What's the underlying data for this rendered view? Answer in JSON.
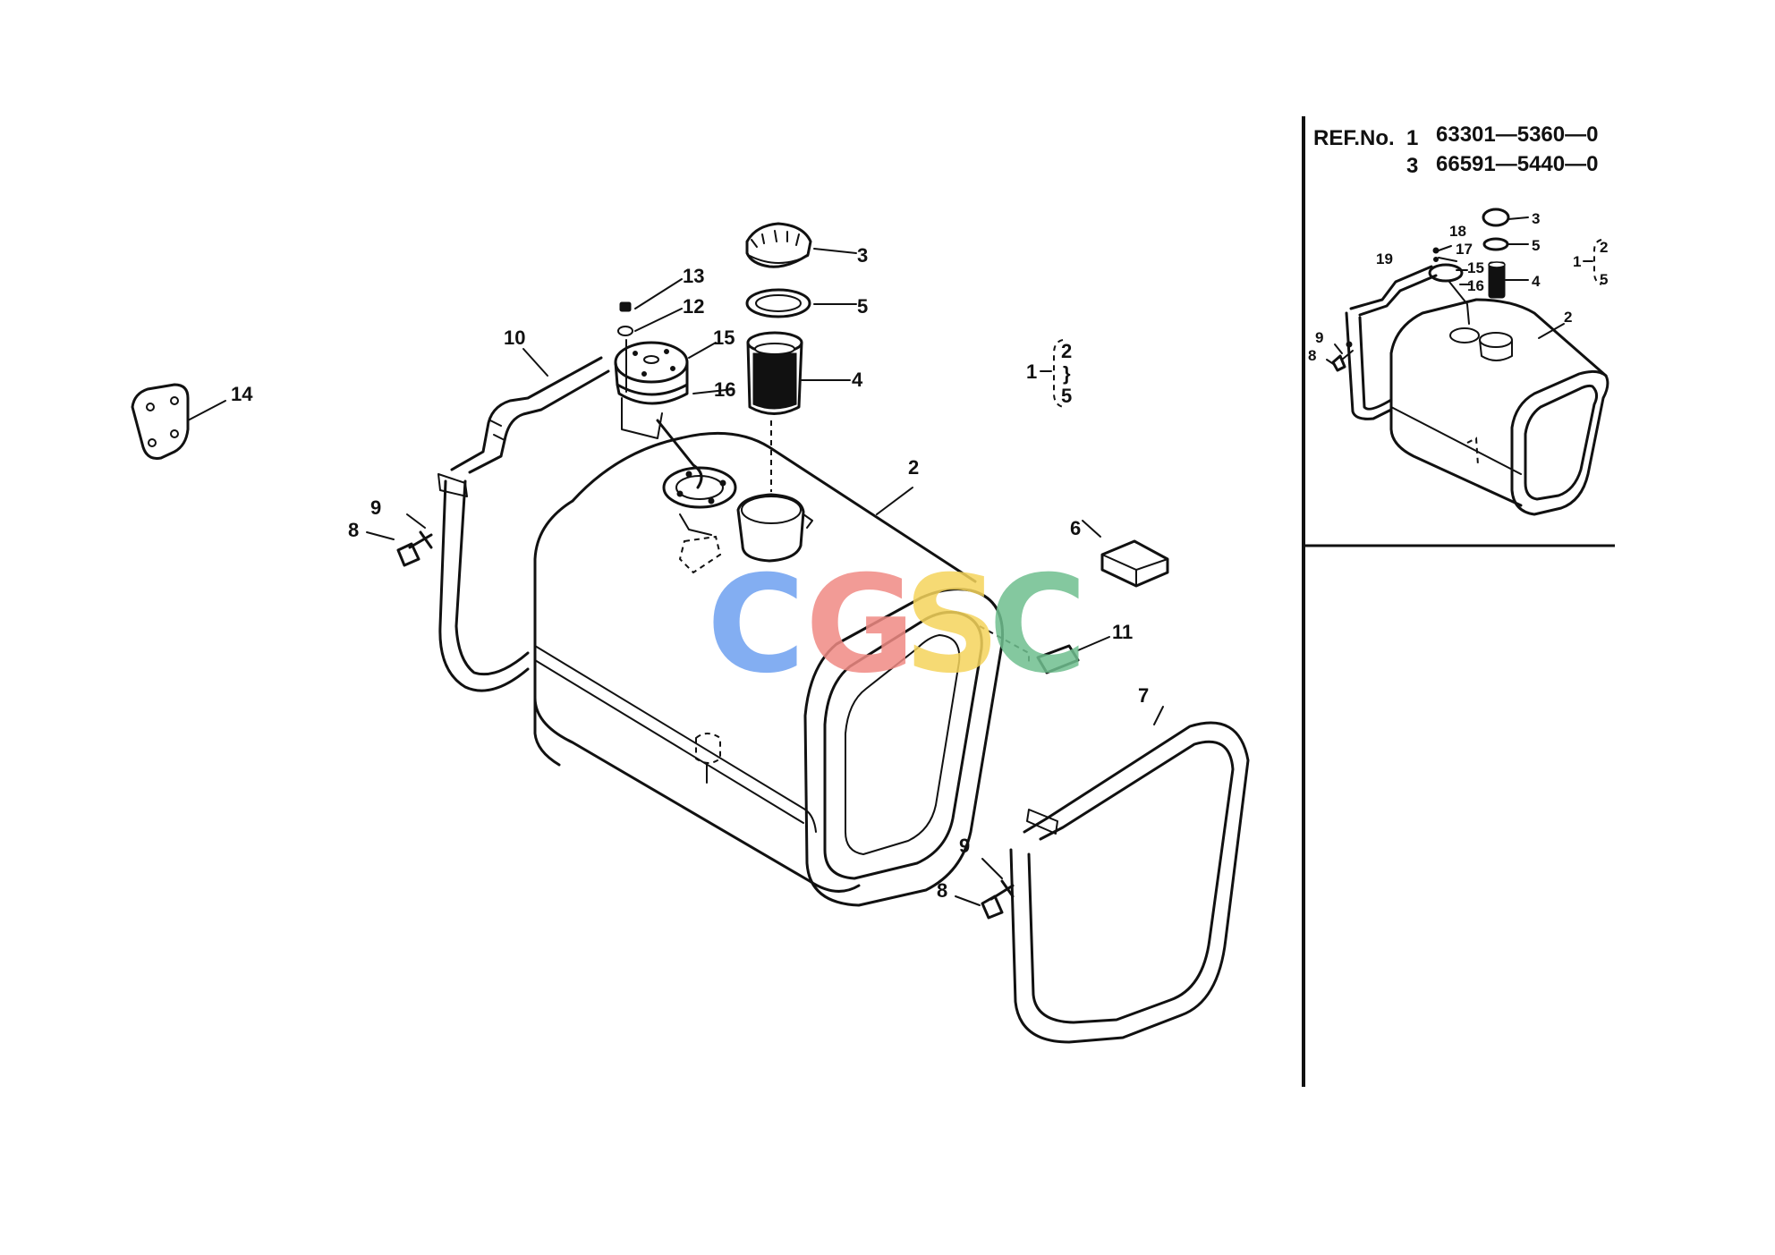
{
  "reference": {
    "row1": {
      "label": "REF.No.",
      "ref": "1",
      "part": "63301—5360—0"
    },
    "row2": {
      "ref": "3",
      "part": "66591—5440—0"
    }
  },
  "main_callouts": {
    "c2": "2",
    "c3": "3",
    "c4": "4",
    "c5": "5",
    "c6": "6",
    "c7": "7",
    "c8a": "8",
    "c8b": "8",
    "c9a": "9",
    "c9b": "9",
    "c10": "10",
    "c11": "11",
    "c12": "12",
    "c13": "13",
    "c14": "14",
    "c15": "15",
    "c16": "16"
  },
  "assembly_bracket": {
    "parent": "1",
    "top": "2",
    "middle": "}",
    "bottom": "5"
  },
  "inset_callouts": {
    "c2": "2",
    "c3": "3",
    "c4": "4",
    "c5": "5",
    "c8": "8",
    "c9": "9",
    "c15": "15",
    "c16": "16",
    "c17": "17",
    "c18": "18",
    "c19": "19"
  },
  "inset_bracket": {
    "parent": "1",
    "top": "2",
    "bottom": "5"
  },
  "watermark": {
    "letters": [
      "C",
      "G",
      "S",
      "C"
    ],
    "colors": [
      "#6ea0f0",
      "#f08a84",
      "#f5d45c",
      "#6fbf8f"
    ]
  }
}
